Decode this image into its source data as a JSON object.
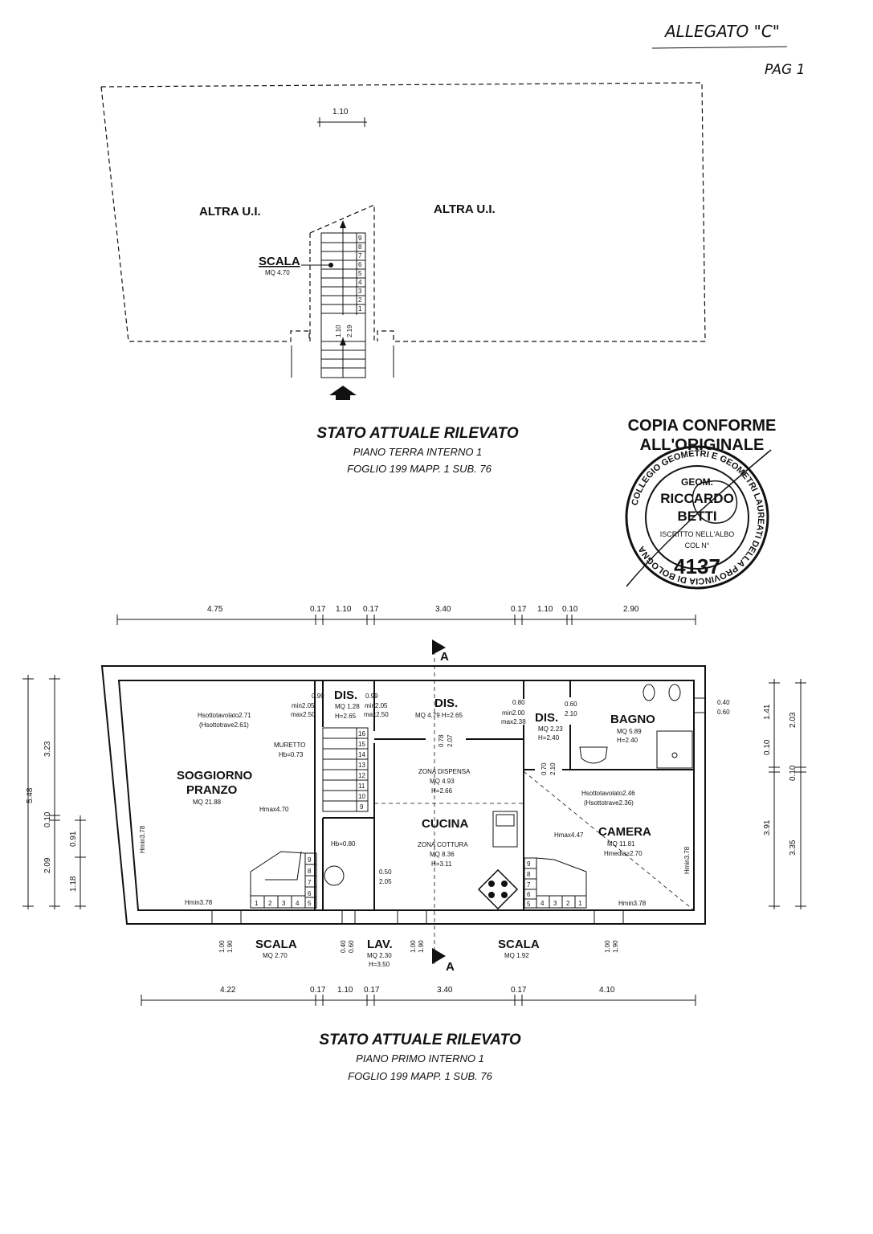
{
  "header": {
    "allegato": "ALLEGATO \"C\"",
    "page": "PAG 1"
  },
  "stamp": {
    "copia": "COPIA CONFORME",
    "originale": "ALL'ORIGINALE",
    "ring": "COLLEGIO GEOMETRI E GEOMETRI LAUREATI DELLA PROVINCIA DI BOLOGNA",
    "geom": "GEOM.",
    "name1": "RICCARDO",
    "name2": "BETTI",
    "iscritto": "ISCRITTO NELL'ALBO",
    "col": "COL N°",
    "number": "4137"
  },
  "ground_floor": {
    "title": "STATO ATTUALE RILEVATO",
    "subtitle": "PIANO TERRA  INTERNO 1",
    "foglio": "FOGLIO 199  MAPP. 1  SUB. 76",
    "altra_left": "ALTRA U.I.",
    "altra_right": "ALTRA U.I.",
    "scala_label": "SCALA",
    "scala_mq": "MQ 4.70",
    "dim_top": "1.10",
    "dim_v1": "1.10",
    "dim_v2": "2.19",
    "steps": [
      "1",
      "2",
      "3",
      "4",
      "5",
      "6",
      "7",
      "8",
      "9"
    ]
  },
  "first_floor": {
    "title": "STATO ATTUALE RILEVATO",
    "subtitle": "PIANO PRIMO  INTERNO 1",
    "foglio": "FOGLIO 199  MAPP. 1  SUB. 76",
    "dims_top": [
      "4.75",
      "0.17",
      "1.10",
      "0.17",
      "3.40",
      "0.17",
      "1.10",
      "0.10",
      "2.90"
    ],
    "dims_bottom": [
      "4.22",
      "0.17",
      "1.10",
      "0.17",
      "3.40",
      "0.17",
      "4.10"
    ],
    "dims_left": [
      "5.48",
      "3.23",
      "0.10",
      "2.09",
      "0.91",
      "1.18"
    ],
    "dims_right": [
      "0.40",
      "0.60",
      "1.41",
      "2.03",
      "0.10",
      "0.10",
      "3.91",
      "3.35"
    ],
    "section": "A",
    "soggiorno": {
      "name1": "SOGGIORNO",
      "name2": "PRANZO",
      "mq": "MQ 21.88",
      "h1": "Hsottotavolato2.71",
      "h2": "(Hsottotrave2.61)",
      "hmax": "Hmax4.70",
      "hmin_side": "Hmin3.78",
      "hmin_bottom": "Hmin3.78"
    },
    "muretto": {
      "name": "MURETTO",
      "hb": "Hb=0.73"
    },
    "dis1": {
      "name": "DIS.",
      "mq": "MQ 1.28",
      "h": "H=2.65",
      "l1": "0.99",
      "l2": "min2.05",
      "l3": "max2.50",
      "r1": "0.99",
      "r2": "min2.05",
      "r3": "max2.50"
    },
    "dis2": {
      "name": "DIS.",
      "mq": "MQ 4.79  H=2.65",
      "d1": "0.78",
      "d2": "2.07"
    },
    "dis3": {
      "name": "DIS.",
      "mq": "MQ 2.23",
      "h": "H=2.40",
      "a1": "0.80",
      "a2": "min2.00",
      "a3": "max2.38",
      "b1": "0.60",
      "b2": "2.10",
      "c1": "0.70",
      "c2": "2.10"
    },
    "bagno": {
      "name": "BAGNO",
      "mq": "MQ 5.89",
      "h": "H=2.40"
    },
    "dispensa": {
      "name": "ZONA DISPENSA",
      "mq": "MQ 4.93",
      "h": "H=2.66"
    },
    "cucina": {
      "name": "CUCINA",
      "zona": "ZONA COTTURA",
      "mq": "MQ 8.36",
      "h": "H=3.11",
      "d1": "0.50",
      "d2": "2.05"
    },
    "camera": {
      "name": "CAMERA",
      "mq": "MQ 11.81",
      "hmedia": "Hmedia≥2.70",
      "h1": "Hsottotavolato2.46",
      "h2": "(Hsottotrave2.36)",
      "hmax": "Hmax4.47",
      "hmin_side": "Hmin3.78",
      "hmin_bottom": "Hmin3.78"
    },
    "hb080": "Hb=0.80",
    "scala1": {
      "name": "SCALA",
      "mq": "MQ 2.70"
    },
    "lav": {
      "name": "LAV.",
      "mq": "MQ 2.30",
      "h": "H=3.50"
    },
    "scala2": {
      "name": "SCALA",
      "mq": "MQ 1.92"
    },
    "win_pairs": [
      [
        "1.00",
        "1.90"
      ],
      [
        "0.40",
        "0.60"
      ],
      [
        "1.00",
        "1.90"
      ],
      [
        "1.00",
        "1.90"
      ]
    ],
    "stair_up": [
      "16",
      "15",
      "14",
      "13",
      "12",
      "11",
      "10",
      "9"
    ],
    "stair_l_v": [
      "9",
      "8",
      "7",
      "6",
      "5"
    ],
    "stair_l_h": [
      "1",
      "2",
      "3",
      "4"
    ],
    "stair_r_v": [
      "9",
      "8",
      "7",
      "6",
      "5"
    ],
    "stair_r_h": [
      "4",
      "3",
      "2",
      "1"
    ]
  }
}
